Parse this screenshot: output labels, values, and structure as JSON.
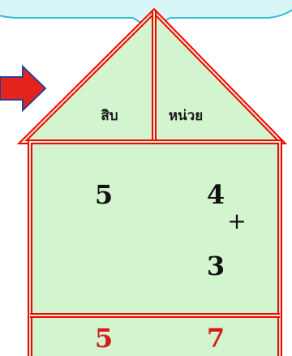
{
  "colors": {
    "fill": "#d2f5cf",
    "outline": "#ff0000",
    "speech_fill": "#d8f6f8",
    "speech_border": "#37bcd8",
    "arrow_fill": "#e4231b",
    "arrow_border": "#2d3c9a",
    "digit_dark": "#111111",
    "digit_result": "#d81a1a"
  },
  "roof": {
    "tens_label": "สิบ",
    "units_label": "หน่วย"
  },
  "addend_1": {
    "tens": "5",
    "units": "4"
  },
  "operator": "+",
  "addend_2": {
    "units": "3"
  },
  "result": {
    "tens": "5",
    "units": "7"
  }
}
